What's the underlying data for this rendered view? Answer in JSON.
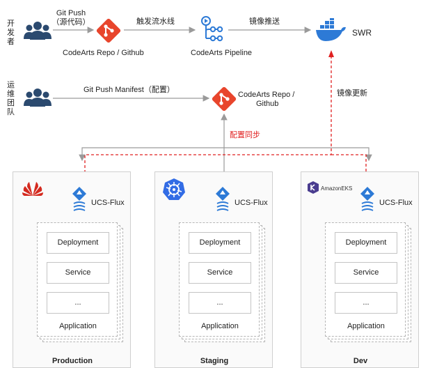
{
  "actors": {
    "developers": {
      "label": "开发者"
    },
    "ops": {
      "label": "运维团队"
    }
  },
  "top_flow": {
    "git_push": "Git Push",
    "git_push_sub": "（源代码）",
    "repo": "CodeArts Repo / Github",
    "trigger": "触发流水线",
    "pipeline": "CodeArts Pipeline",
    "image_push": "镜像推送",
    "swr": "SWR"
  },
  "ops_flow": {
    "manifest_push": "Git Push Manifest（配置）",
    "repo_line1": "CodeArts Repo /",
    "repo_line2": "Github",
    "image_update": "镜像更新",
    "config_sync": "配置同步"
  },
  "clusters": [
    {
      "name": "Production",
      "brand": "huawei-logo",
      "agent": "UCS-Flux",
      "items": [
        "Deployment",
        "Service",
        "...",
        "Application"
      ]
    },
    {
      "name": "Staging",
      "brand": "kubernetes-logo",
      "agent": "UCS-Flux",
      "items": [
        "Deployment",
        "Service",
        "...",
        "Application"
      ]
    },
    {
      "name": "Dev",
      "brand": "amazon-eks-logo",
      "brand_text": "AmazonEKS",
      "agent": "UCS-Flux",
      "items": [
        "Deployment",
        "Service",
        "...",
        "Application"
      ]
    }
  ],
  "colors": {
    "arrow_gray": "#9a9a9a",
    "arrow_red": "#e02020",
    "git_red": "#e8452c",
    "blue": "#2d7ad6",
    "people": "#2b4a6f"
  }
}
